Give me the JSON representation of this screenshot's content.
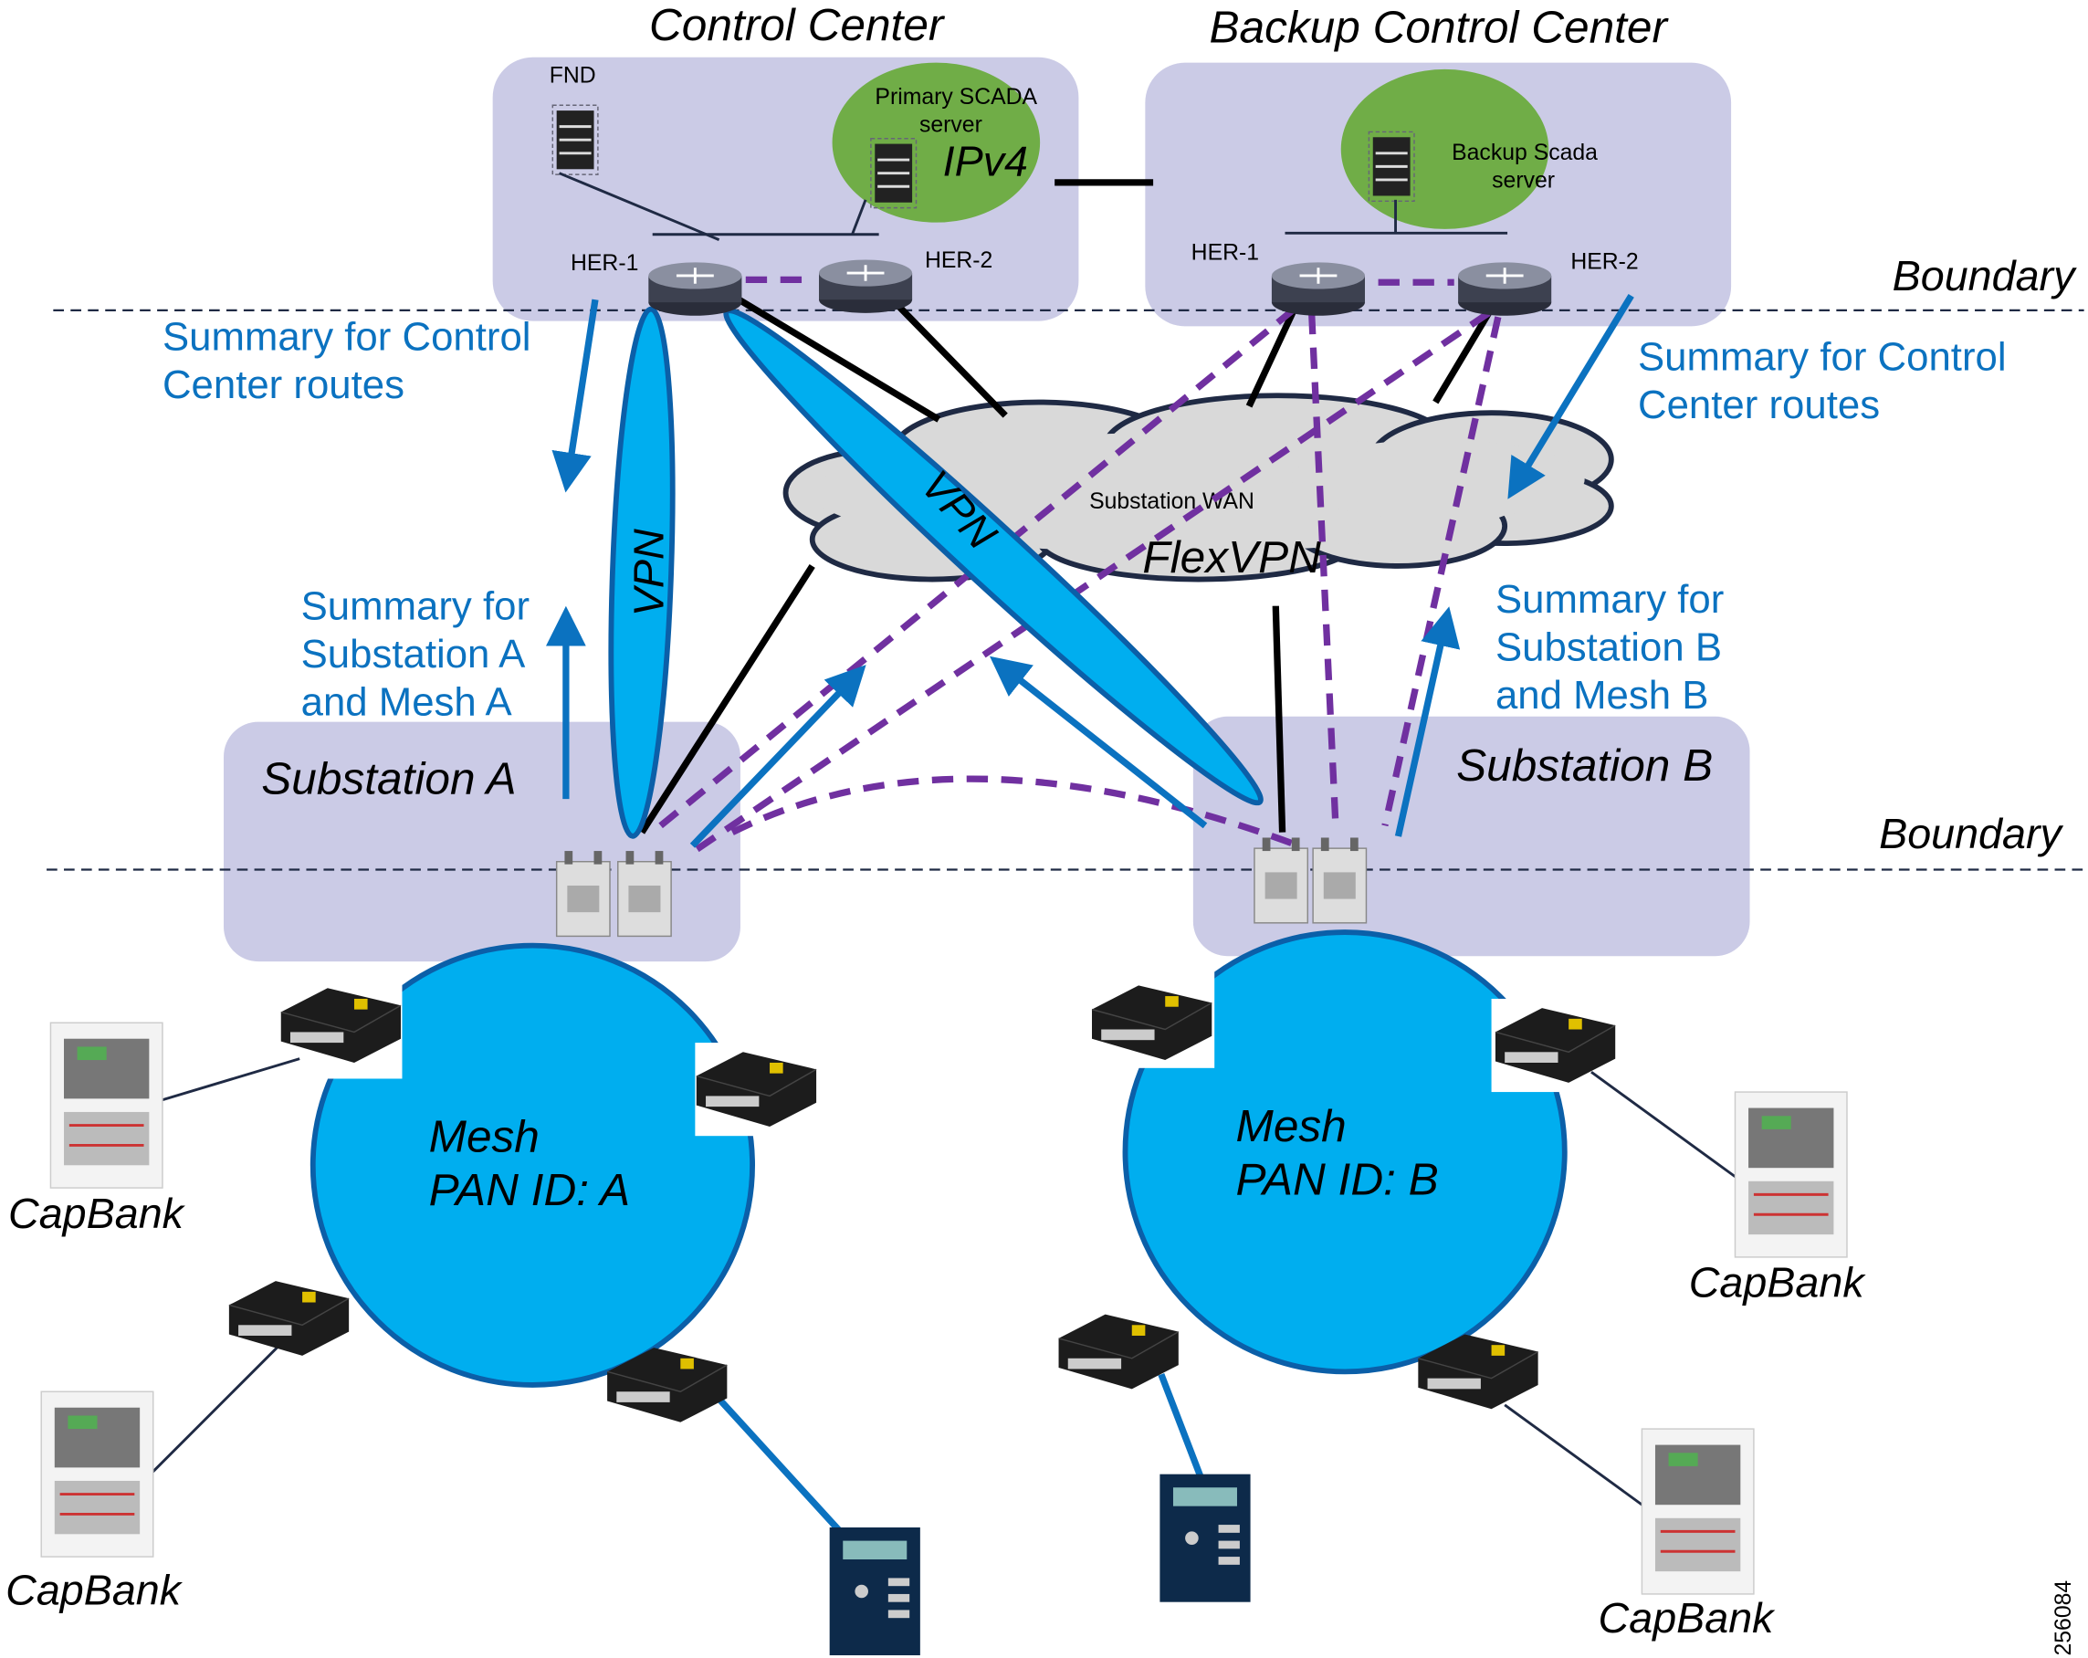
{
  "titles": {
    "control_center": "Control Center",
    "backup_control_center": "Backup Control Center"
  },
  "control_center": {
    "fnd": "FND",
    "primary_scada_line1": "Primary SCADA",
    "primary_scada_line2": "server",
    "ipv4": "IPv4",
    "her1": "HER-1",
    "her2": "HER-2"
  },
  "backup_center": {
    "scada_line1": "Backup Scada",
    "scada_line2": "server",
    "her1": "HER-1",
    "her2": "HER-2"
  },
  "boundary_top": "Boundary",
  "boundary_bottom": "Boundary",
  "wan": {
    "line1": "Substation WAN",
    "line2": "FlexVPN"
  },
  "vpn_a": "VPN",
  "vpn_b": "VPN",
  "summary_left": {
    "line1": "Summary for Control",
    "line2": "Center routes"
  },
  "summary_right": {
    "line1": "Summary for Control",
    "line2": "Center routes"
  },
  "summary_sub_a": {
    "line1": "Summary for",
    "line2": "Substation A",
    "line3": "and Mesh A"
  },
  "summary_sub_b": {
    "line1": "Summary for",
    "line2": "Substation B",
    "line3": "and Mesh B"
  },
  "substation_a": "Substation A",
  "substation_b": "Substation B",
  "mesh_a": {
    "line1": "Mesh",
    "line2": "PAN ID: A"
  },
  "mesh_b": {
    "line1": "Mesh",
    "line2": "PAN ID: B"
  },
  "capbanks": [
    "CapBank",
    "CapBank",
    "CapBank",
    "CapBank"
  ],
  "figure_id": "256084",
  "colors": {
    "zone": "#cbcbe6",
    "scada": "#70ad47",
    "mesh": "#00aeef",
    "summary": "#0b72c0",
    "backup_link": "#7030a0",
    "cloud": "#d9d9d9"
  }
}
